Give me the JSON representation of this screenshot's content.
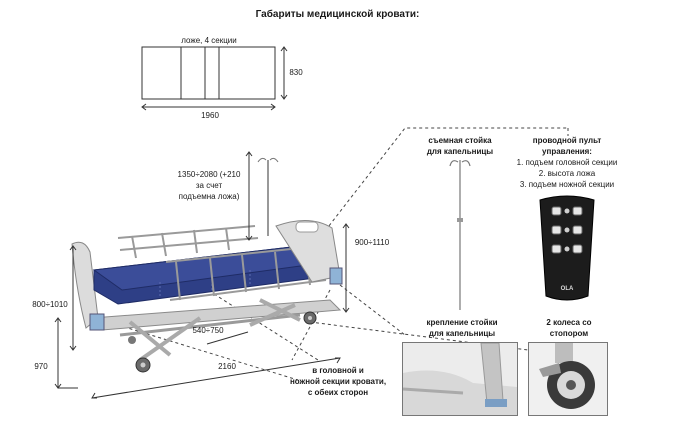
{
  "title": "Габариты медицинской кровати:",
  "plan": {
    "label": "ложе, 4 секции",
    "width": "830",
    "length": "1960"
  },
  "dimensions": {
    "iv_height_line1": "1350÷2080 (+210",
    "iv_height_line2": "за счет",
    "iv_height_line3": "подъемна ложа)",
    "headboard_height": "900÷1110",
    "side_height": "800÷1010",
    "base_height": "970",
    "inner_length": "540÷750",
    "total_length": "2160"
  },
  "callouts": {
    "rail_line1": "в головной и",
    "rail_line2": "ножной секции кровати,",
    "rail_line3": "с обеих сторон",
    "iv_stand_line1": "съемная стойка",
    "iv_stand_line2": "для капельницы",
    "remote_line1": "проводной пульт",
    "remote_line2": "управления:",
    "remote_item1": "1. подъем головной секции",
    "remote_item2": "2. высота ложа",
    "remote_item3": "3. подъем ножной секции",
    "mount_line1": "крепление стойки",
    "mount_line2": "для капельницы",
    "wheels_line1": "2 колеса со",
    "wheels_line2": "стопором"
  },
  "remote_brand": "OLA",
  "colors": {
    "mattress": "#2e3f86",
    "mattress_dark": "#1f2c66",
    "frame": "#c9c9c9",
    "remote": "#1c1c1c",
    "pedal": "#8fb3d6"
  }
}
